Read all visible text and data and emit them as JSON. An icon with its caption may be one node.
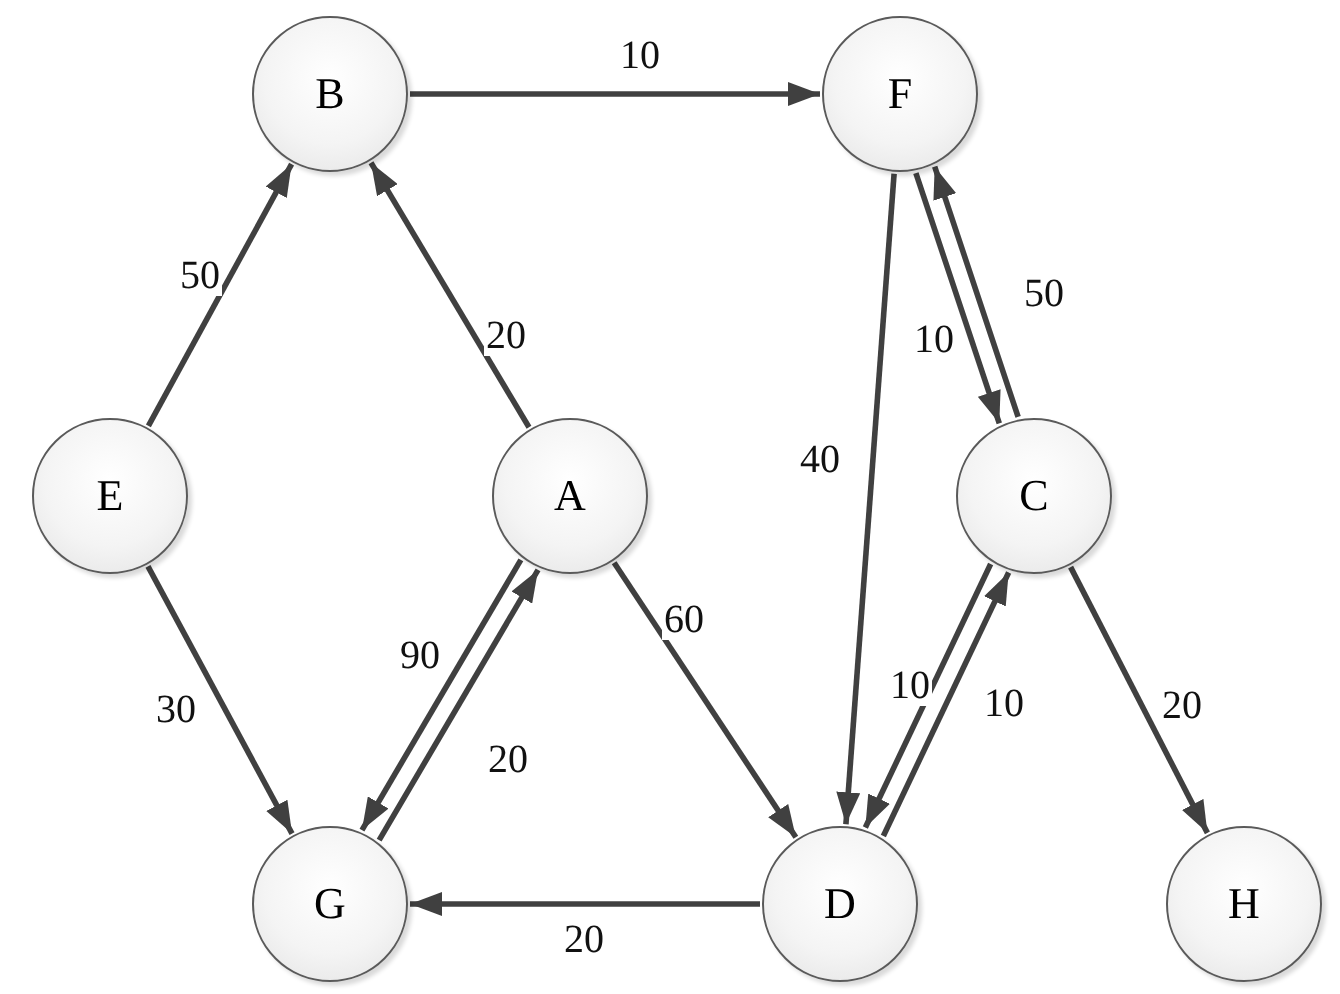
{
  "diagram": {
    "nodes": [
      {
        "text": [
          "B"
        ]
      },
      {
        "text": [
          "F"
        ]
      },
      {
        "text": [
          "E"
        ]
      },
      {
        "text": [
          "A"
        ]
      },
      {
        "text": [
          "C"
        ]
      },
      {
        "text": [
          "G"
        ]
      },
      {
        "text": [
          "D"
        ]
      },
      {
        "text": [
          "H"
        ]
      }
    ],
    "edges": [
      {
        "from": 0,
        "to": 1,
        "arrow": "to",
        "label": "10"
      },
      {
        "from": 2,
        "to": 0,
        "arrow": "to",
        "label": "50"
      },
      {
        "from": 3,
        "to": 0,
        "arrow": "to",
        "label": "20"
      },
      {
        "from": 2,
        "to": 5,
        "arrow": "to",
        "label": "30"
      },
      {
        "from": 3,
        "to": 5,
        "arrow": "to",
        "label": "90"
      },
      {
        "from": 5,
        "to": 3,
        "arrow": "to",
        "label": "20"
      },
      {
        "from": 3,
        "to": 6,
        "arrow": "to",
        "label": "60"
      },
      {
        "from": 1,
        "to": 6,
        "arrow": "to",
        "label": "40"
      },
      {
        "from": 1,
        "to": 4,
        "arrow": "to",
        "label": "10"
      },
      {
        "from": 4,
        "to": 1,
        "arrow": "to",
        "label": "50"
      },
      {
        "from": 4,
        "to": 6,
        "arrow": "to",
        "label": "10"
      },
      {
        "from": 6,
        "to": 4,
        "arrow": "to",
        "label": "10"
      },
      {
        "from": 6,
        "to": 5,
        "arrow": "to",
        "label": "20"
      },
      {
        "from": 4,
        "to": 7,
        "arrow": "to",
        "label": "20"
      }
    ]
  }
}
